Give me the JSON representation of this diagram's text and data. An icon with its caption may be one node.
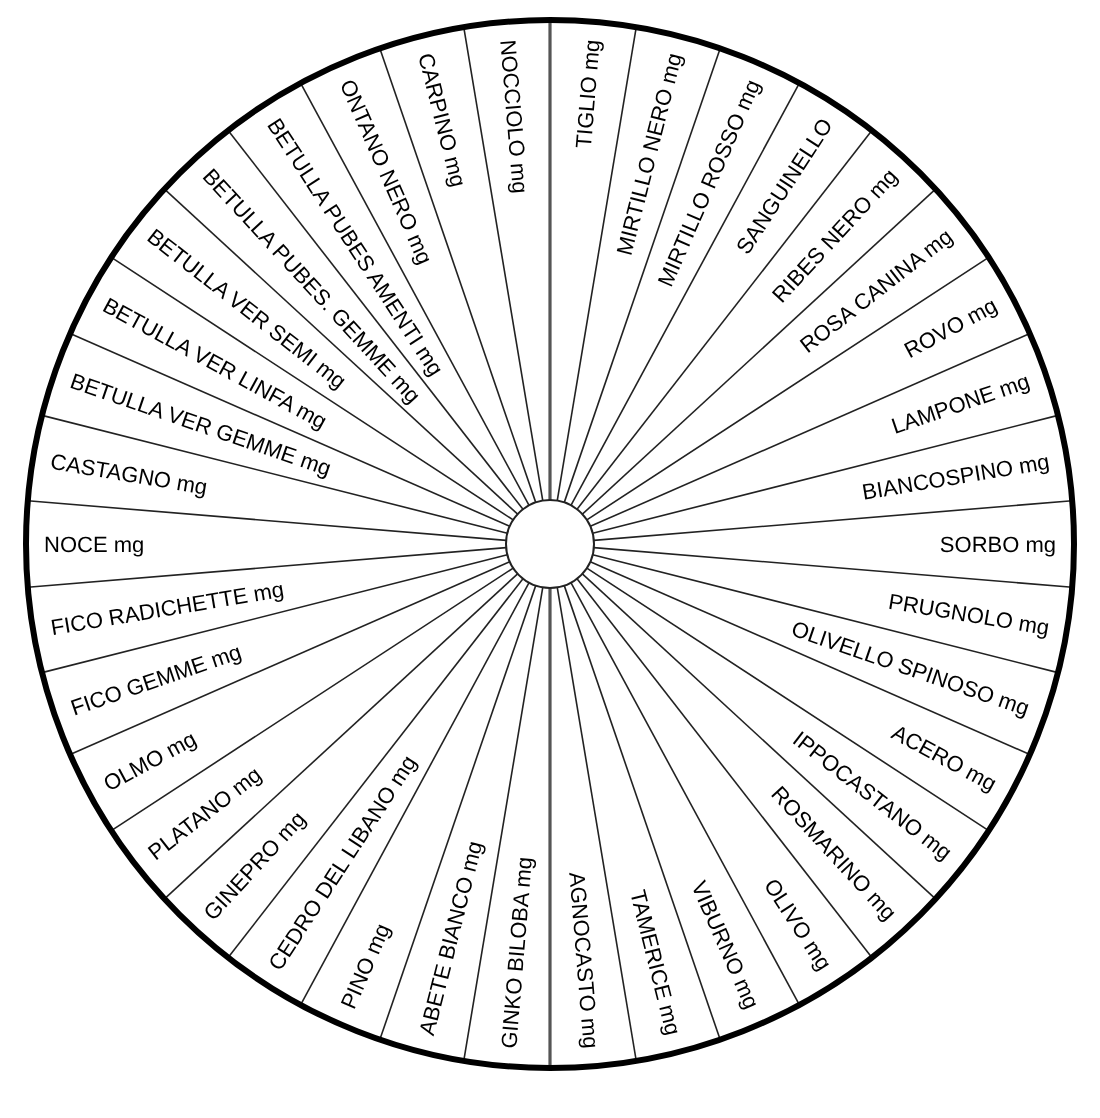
{
  "diagram": {
    "labels": [
      "TIGLIO mg",
      "MIRTILLO NERO mg",
      "MIRTILLO ROSSO mg",
      "SANGUINELLO",
      "RIBES NERO mg",
      "ROSA CANINA mg",
      "ROVO mg",
      "LAMPONE mg",
      "BIANCOSPINO mg",
      "SORBO mg",
      "PRUGNOLO mg",
      "OLIVELLO SPINOSO mg",
      "ACERO mg",
      "IPPOCASTANO  mg",
      "ROSMARINO mg",
      "OLIVO mg",
      "VIBURNO mg",
      "TAMERICE mg",
      "AGNOCASTO mg",
      "GINKO BILOBA mg",
      "ABETE BIANCO mg",
      "PINO mg",
      "CEDRO DEL LIBANO mg",
      "GINEPRO mg",
      "PLATANO mg",
      "OLMO mg",
      "FICO GEMME mg",
      "FICO RADICHETTE mg",
      "NOCE mg",
      "CASTAGNO mg",
      "BETULLA VER GEMME mg",
      "BETULLA VER LINFA mg",
      "BETULLA VER SEMI mg",
      "BETULLA PUBES. GEMME mg",
      "BETULLA PUBES AMENTI mg",
      "ONTANO NERO mg",
      "CARPINO mg",
      "NOCCIOLO mg"
    ]
  }
}
